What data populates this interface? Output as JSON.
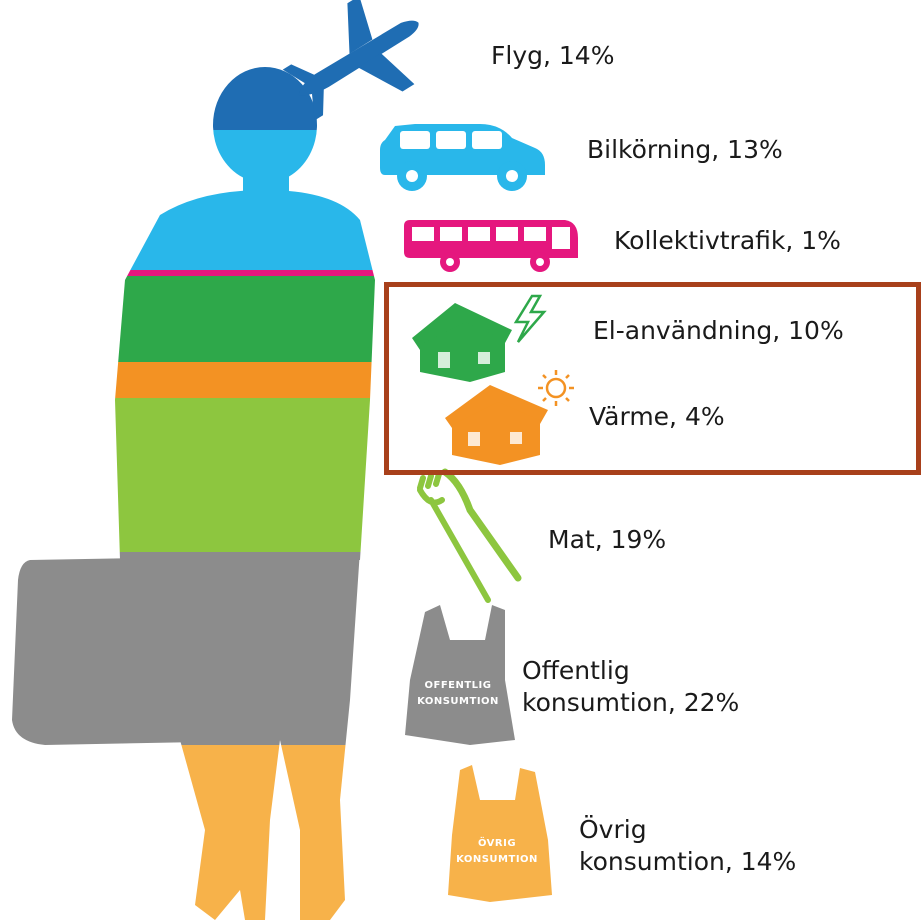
{
  "colors": {
    "aviation": "#1f6db3",
    "driving": "#29b7ea",
    "transit": "#e5177e",
    "electricity": "#2ea84a",
    "heating": "#f39223",
    "food": "#8dc63f",
    "public": "#8c8c8c",
    "other": "#f7b24a",
    "highlight": "#a8401b"
  },
  "categories": [
    {
      "id": "aviation",
      "label": "Flyg, 14%",
      "icon": "airplane-icon",
      "share_percent": 14
    },
    {
      "id": "driving",
      "label": "Bilkörning, 13%",
      "icon": "car-icon",
      "share_percent": 13
    },
    {
      "id": "transit",
      "label": "Kollektivtrafik, 1%",
      "icon": "bus-icon",
      "share_percent": 1
    },
    {
      "id": "electricity",
      "label": "El-användning, 10%",
      "icon": "house-lightning-icon",
      "share_percent": 10
    },
    {
      "id": "heating",
      "label": "Värme, 4%",
      "icon": "house-sun-icon",
      "share_percent": 4
    },
    {
      "id": "food",
      "label": "Mat, 19%",
      "icon": "fork-knife-icon",
      "share_percent": 19
    },
    {
      "id": "public",
      "label_line1": "Offentlig",
      "label_line2": "konsumtion, 22%",
      "icon": "gray-bag-icon",
      "share_percent": 22,
      "bag_text_line1": "OFFENTLIG",
      "bag_text_line2": "KONSUMTION"
    },
    {
      "id": "other",
      "label_line1": "Övrig",
      "label_line2": "konsumtion, 14%",
      "icon": "orange-bag-icon",
      "share_percent": 14,
      "bag_text_line1": "ÖVRIG",
      "bag_text_line2": "KONSUMTION"
    }
  ]
}
